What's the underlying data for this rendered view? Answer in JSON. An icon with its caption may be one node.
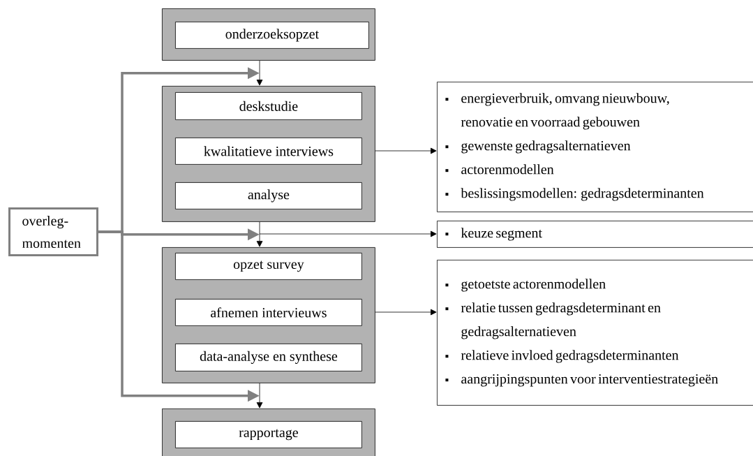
{
  "diagram": {
    "nodes": [
      {
        "text": [],
        "shape": "box"
      },
      {
        "text": [
          "onderzoeksopzet"
        ],
        "in": 0
      },
      {
        "text": [],
        "shape": "box"
      },
      {
        "text": [
          "deskstudie"
        ],
        "in": 2
      },
      {
        "text": [
          "kwalitatieve interviews"
        ],
        "in": 2
      },
      {
        "text": [
          "analyse"
        ],
        "in": 2
      },
      {
        "text": [],
        "shape": "box"
      },
      {
        "text": [
          "opzet survey"
        ],
        "in": 6
      },
      {
        "text": [
          "afnemen intervieuws"
        ],
        "in": 6
      },
      {
        "text": [
          "data-analyse en synthese"
        ],
        "in": 6
      },
      {
        "text": [],
        "shape": "box"
      },
      {
        "text": [
          "rapportage"
        ],
        "in": 10
      },
      {
        "text": [
          "overleg- momenten"
        ]
      },
      {
        "text": [
          "energieverbruik, omvang nieuwbouw, renovatie en voorraad gebouwen",
          "gewenste gedragsalternatieven",
          "actorenmodellen",
          "beslissingsmodellen: gedragsdeterminanten"
        ]
      },
      {
        "text": [
          "keuze segment"
        ]
      },
      {
        "text": [
          "getoetste actorenmodellen",
          "relatie tussen gedragsdeterminant en gedragsalternatieven",
          "relatieve invloed gedragsdeterminanten",
          "aangrijpingspunten voor interventiestrategieën"
        ]
      }
    ],
    "edges": [
      {
        "from": 0,
        "to": 2,
        "arrow": "to"
      },
      {
        "from": 2,
        "to": 6,
        "arrow": "to"
      },
      {
        "from": 6,
        "to": 10,
        "arrow": "to"
      },
      {
        "from": 12,
        "to": 0,
        "arrow": "to",
        "style": "thick",
        "color": "#808080"
      },
      {
        "from": 12,
        "to": 2,
        "arrow": "to",
        "style": "thick",
        "color": "#808080"
      },
      {
        "from": 12,
        "to": 6,
        "arrow": "to",
        "style": "thick",
        "color": "#808080"
      },
      {
        "from": 2,
        "to": 13,
        "arrow": "to"
      },
      {
        "from": null,
        "to": 14,
        "arrow": "to"
      },
      {
        "from": 6,
        "to": 15,
        "arrow": "to"
      }
    ]
  }
}
